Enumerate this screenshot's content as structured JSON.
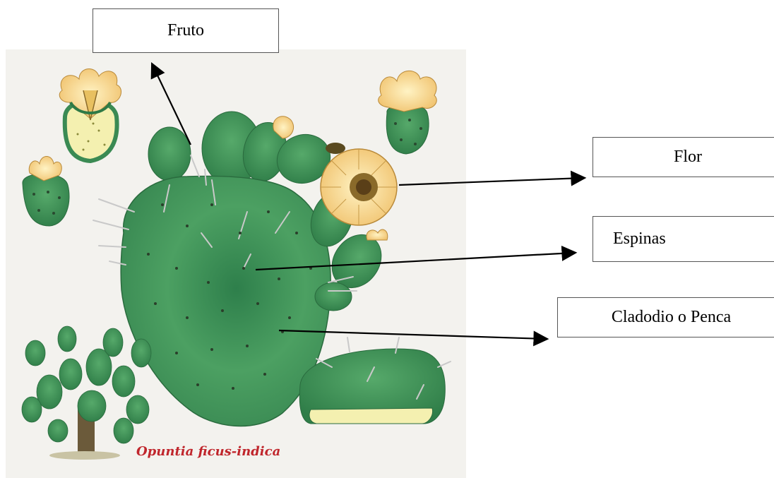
{
  "labels": {
    "fruto": "Fruto",
    "flor": "Flor",
    "espinas": "Espinas",
    "cladodio": "Cladodio o Penca"
  },
  "illustration": {
    "caption": "Opuntia ficus-indica",
    "caption_color": "#c0262c",
    "pad_green": "#3f9a5a",
    "pad_dark": "#2f7a46",
    "flower_yellow": "#f6d68e",
    "flower_center": "#7a5a22",
    "cross_section": "#f4f0b0"
  }
}
